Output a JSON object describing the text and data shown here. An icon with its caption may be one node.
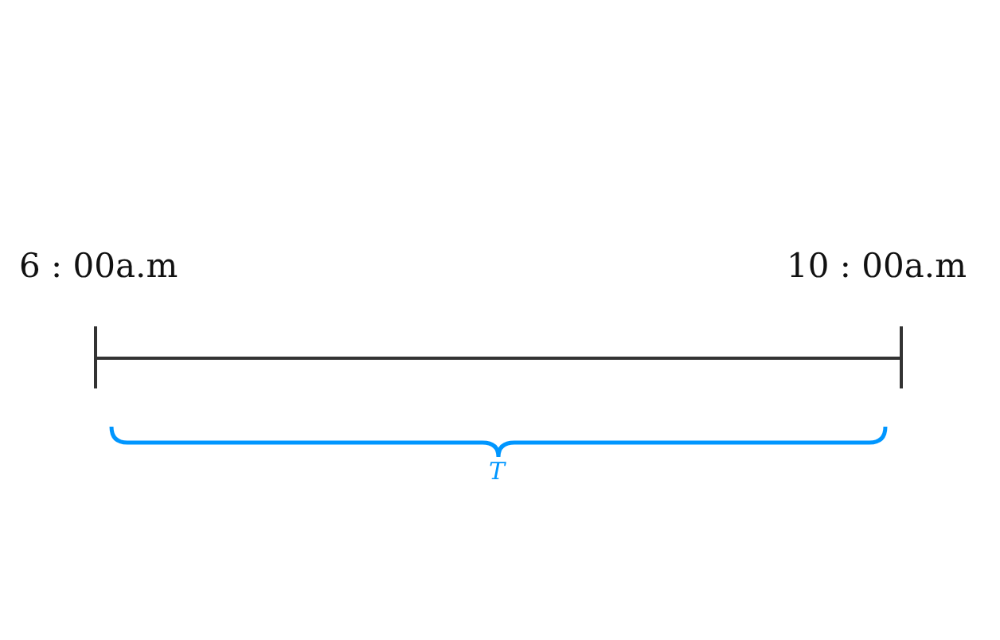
{
  "diagram": {
    "labels": [
      "6 : 00a.m",
      "10 : 00a.m",
      "T"
    ]
  }
}
